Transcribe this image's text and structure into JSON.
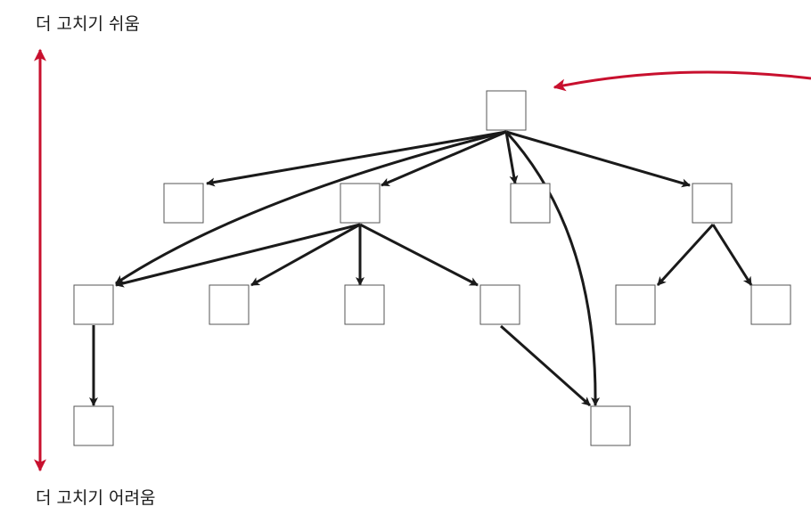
{
  "labels": {
    "top": "더 고치기 쉬움",
    "bottom": "더 고치기 어려움"
  },
  "colors": {
    "accent": "#c8102e",
    "edge": "#1a1a1a",
    "node_border": "#555555"
  },
  "nodes": [
    {
      "id": "root",
      "level": 0
    },
    {
      "id": "a",
      "level": 1
    },
    {
      "id": "b",
      "level": 1
    },
    {
      "id": "c",
      "level": 1
    },
    {
      "id": "d",
      "level": 1
    },
    {
      "id": "e",
      "level": 2
    },
    {
      "id": "f",
      "level": 2
    },
    {
      "id": "g",
      "level": 2
    },
    {
      "id": "h",
      "level": 2
    },
    {
      "id": "i",
      "level": 2
    },
    {
      "id": "j",
      "level": 2
    },
    {
      "id": "k",
      "level": 3
    },
    {
      "id": "l",
      "level": 3
    }
  ],
  "edges": [
    {
      "from": "root",
      "to": "a"
    },
    {
      "from": "root",
      "to": "b"
    },
    {
      "from": "root",
      "to": "c"
    },
    {
      "from": "root",
      "to": "d"
    },
    {
      "from": "root",
      "to": "e"
    },
    {
      "from": "root",
      "to": "l"
    },
    {
      "from": "b",
      "to": "e"
    },
    {
      "from": "b",
      "to": "f"
    },
    {
      "from": "b",
      "to": "g"
    },
    {
      "from": "b",
      "to": "h"
    },
    {
      "from": "d",
      "to": "i"
    },
    {
      "from": "d",
      "to": "j"
    },
    {
      "from": "e",
      "to": "k"
    },
    {
      "from": "h",
      "to": "l"
    }
  ]
}
